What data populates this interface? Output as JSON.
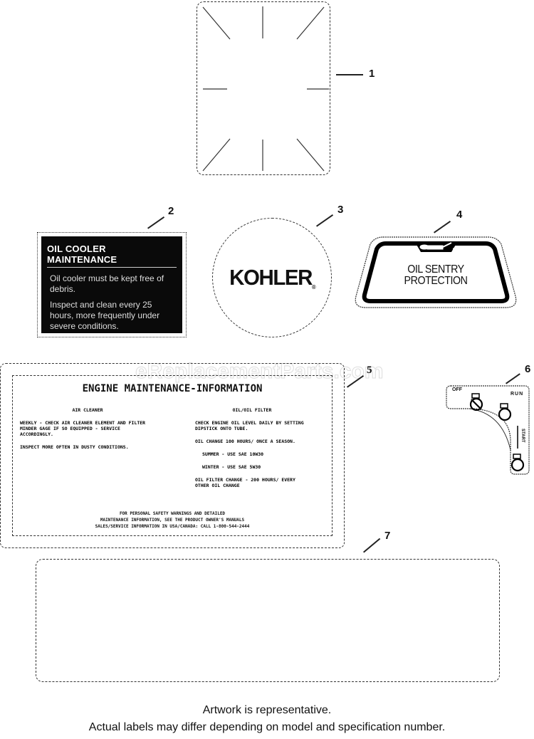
{
  "diagram": {
    "title": "Kohler engine labels parts diagram",
    "watermark": "eReplacementParts.com",
    "callouts": [
      "1",
      "2",
      "3",
      "4",
      "5",
      "6",
      "7"
    ],
    "labels": {
      "oil_cooler": {
        "title": "OIL COOLER MAINTENANCE",
        "line1": "Oil cooler must be kept free of debris.",
        "line2": "Inspect and clean every 25 hours, more frequently under severe conditions."
      },
      "kohler": {
        "logo": "KOHLER",
        "reg": "®"
      },
      "oil_sentry": {
        "line1": "OIL SENTRY",
        "line2": "PROTECTION",
        "icon": "oil-can-icon"
      },
      "engine_maintenance": {
        "title": "ENGINE MAINTENANCE-INFORMATION",
        "air_cleaner_heading": "AIR CLEANER",
        "air_cleaner_p1": "WEEKLY - CHECK AIR CLEANER ELEMENT AND FILTER MINDER GAGE IF SO EQUIPPED - SERVICE ACCORDINGLY.",
        "air_cleaner_p2": "INSPECT MORE OFTEN IN DUSTY CONDITIONS.",
        "oil_heading": "OIL/OIL FILTER",
        "oil_p1": "CHECK ENGINE OIL LEVEL DAILY BY SETTING DIPSTICK ONTO TUBE.",
        "oil_p2": "OIL CHANGE 100 HOURS/ ONCE A SEASON.",
        "oil_p3": "SUMMER - USE SAE 10W30",
        "oil_p4": "WINTER - USE SAE 5W30",
        "oil_p5": "OIL FILTER CHANGE - 200 HOURS/ EVERY OTHER OIL CHANGE",
        "footer1": "FOR PERSONAL SAFETY WARNINGS AND DETAILED",
        "footer2": "MAINTENANCE INFORMATION, SEE THE PRODUCT OWNER'S MANUALS",
        "footer3": "SALES/SERVICE INFORMATION IN USA/CANADA: CALL 1-800-544-2444"
      },
      "key_switch": {
        "off": "OFF",
        "run": "RUN",
        "start": "START"
      }
    },
    "note_line1": "Artwork is representative.",
    "note_line2": "Actual labels may differ depending on model and specification number."
  }
}
